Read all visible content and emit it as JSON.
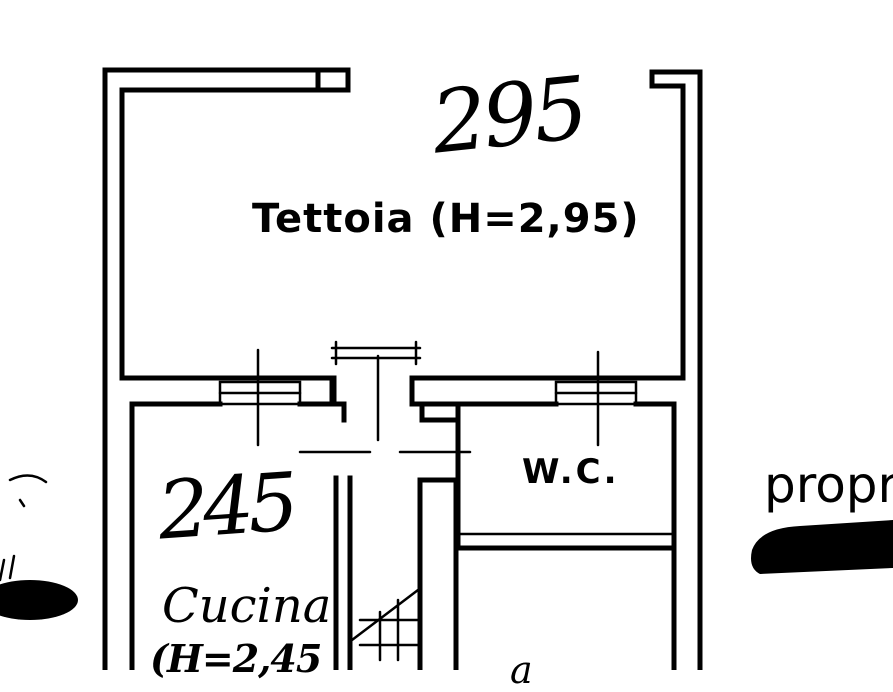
{
  "plan": {
    "dimension_top": "295",
    "dimension_left": "245",
    "room_tettoia": "Tettoia (H=2,95)",
    "room_wc": "W.C.",
    "room_cucina": "Cucina",
    "room_cucina_height": "(H=2,45",
    "label_right_cropped": "propri",
    "label_bottom_cropped": "a",
    "colors": {
      "ink": "#000000",
      "paper": "#ffffff"
    }
  }
}
